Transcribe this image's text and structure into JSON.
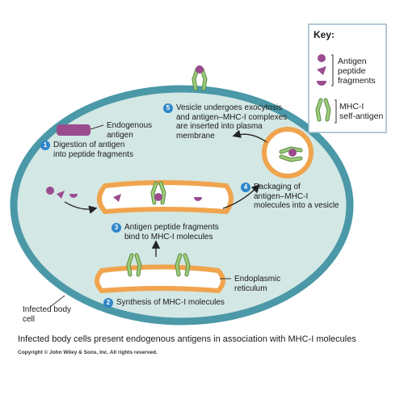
{
  "key": {
    "title": "Key:",
    "antigen_line1": "Antigen",
    "antigen_line2": "peptide",
    "antigen_line3": "fragments",
    "mhc_line1": "MHC-I",
    "mhc_line2": "self-antigen"
  },
  "labels": {
    "endogenous_line1": "Endogenous",
    "endogenous_line2": "antigen",
    "er_line1": "Endoplasmic",
    "er_line2": "reticulum",
    "cell_line1": "Infected body",
    "cell_line2": "cell"
  },
  "steps": [
    {
      "num": "1",
      "line1": "Digestion of antigen",
      "line2": "into peptide fragments",
      "line3": ""
    },
    {
      "num": "2",
      "line1": "Synthesis of MHC-I molecules",
      "line2": "",
      "line3": ""
    },
    {
      "num": "3",
      "line1": "Antigen peptide fragments",
      "line2": "bind to MHC-I molecules",
      "line3": ""
    },
    {
      "num": "4",
      "line1": "Packaging of",
      "line2": "antigen–MHC-I",
      "line3": "molecules into a vesicle"
    },
    {
      "num": "5",
      "line1": "Vesicle undergoes exocytosis",
      "line2": "and antigen–MHC-I complexes",
      "line3": "are inserted into plasma",
      "line4": "membrane"
    }
  ],
  "caption": "Infected body cells present endogenous antigens in association with MHC-I molecules",
  "copyright": "Copyright © John Wiley & Sons, Inc. All rights reserved.",
  "colors": {
    "cell_membrane": "#4a98a8",
    "cytoplasm": "#d3e7e4",
    "organelle_membrane": "#f0a44e",
    "mhc": "#9ccc78",
    "antigen": "#9a4c8e",
    "step_badge": "#2f86c9"
  }
}
